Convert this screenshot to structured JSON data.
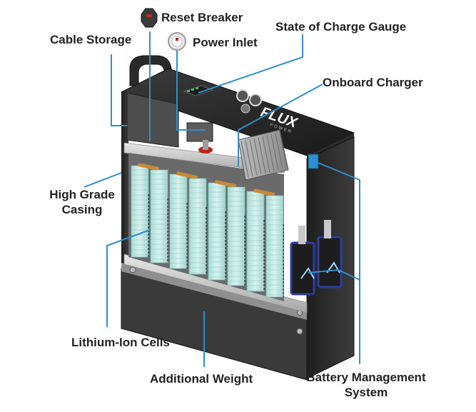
{
  "labels": {
    "reset_breaker": "Reset Breaker",
    "power_inlet": "Power Inlet",
    "state_of_charge_gauge": "State of Charge Gauge",
    "cable_storage": "Cable Storage",
    "onboard_charger": "Onboard Charger",
    "high_grade_casing_line1": "High Grade",
    "high_grade_casing_line2": "Casing",
    "lithium_ion_cells": "Lithium-Ion Cells",
    "additional_weight": "Additional Weight",
    "bms_line1": "Battery Management",
    "bms_line2": "System"
  },
  "logo_text": "FLUX POWER",
  "colors": {
    "callout_line": "#2f8fc9",
    "cell_fill": "#c9ece8",
    "casing_dark": "#2b2b2b",
    "casing_mid": "#4a4a4a",
    "frame_light": "#cfcfcf",
    "bms_blue": "#2a3fa0",
    "label_text": "#222222"
  }
}
